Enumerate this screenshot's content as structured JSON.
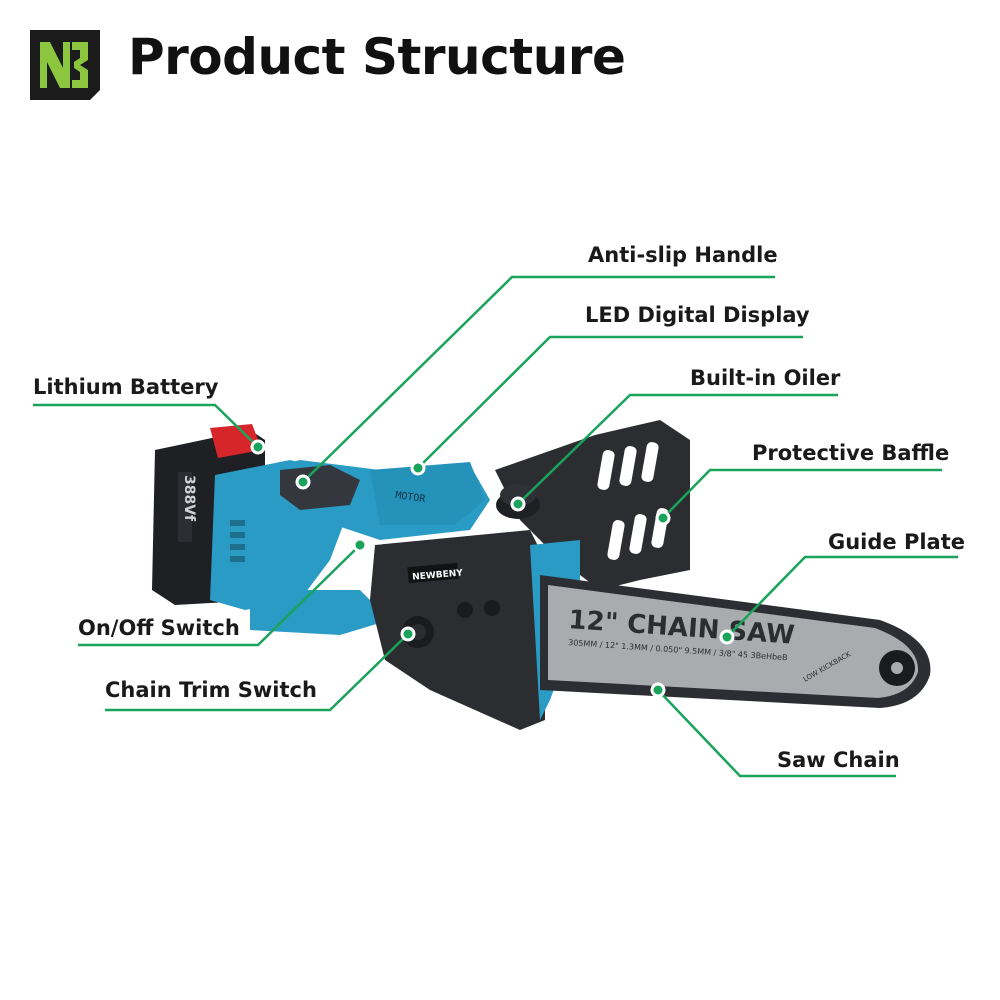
{
  "header": {
    "title": "Product Structure",
    "logo_icon": "ng-brand-logo-icon"
  },
  "colors": {
    "accent": "#1aa35a",
    "body_blue": "#2a9bc4",
    "body_dark": "#2b2d31",
    "bar_gray": "#a9acae",
    "battery_red": "#d6262c"
  },
  "labels": {
    "anti_slip_handle": "Anti-slip Handle",
    "led_digital_display": "LED Digital Display",
    "built_in_oiler": "Built-in Oiler",
    "protective_baffle": "Protective Baffle",
    "lithium_battery": "Lithium Battery",
    "guide_plate": "Guide Plate",
    "on_off_switch": "On/Off Switch",
    "chain_trim_switch": "Chain Trim Switch",
    "saw_chain": "Saw Chain"
  },
  "product_print": {
    "bar_title": "12\" CHAIN SAW",
    "bar_spec": "305MM / 12\"   1.3MM / 0.050\"   9.5MM / 3/8\"   45 3BeHbeB",
    "bar_warning": "LOW KICKBACK",
    "brand": "NEWBENY",
    "battery_voltage": "388Vf",
    "motor_text": "MOTOR"
  }
}
